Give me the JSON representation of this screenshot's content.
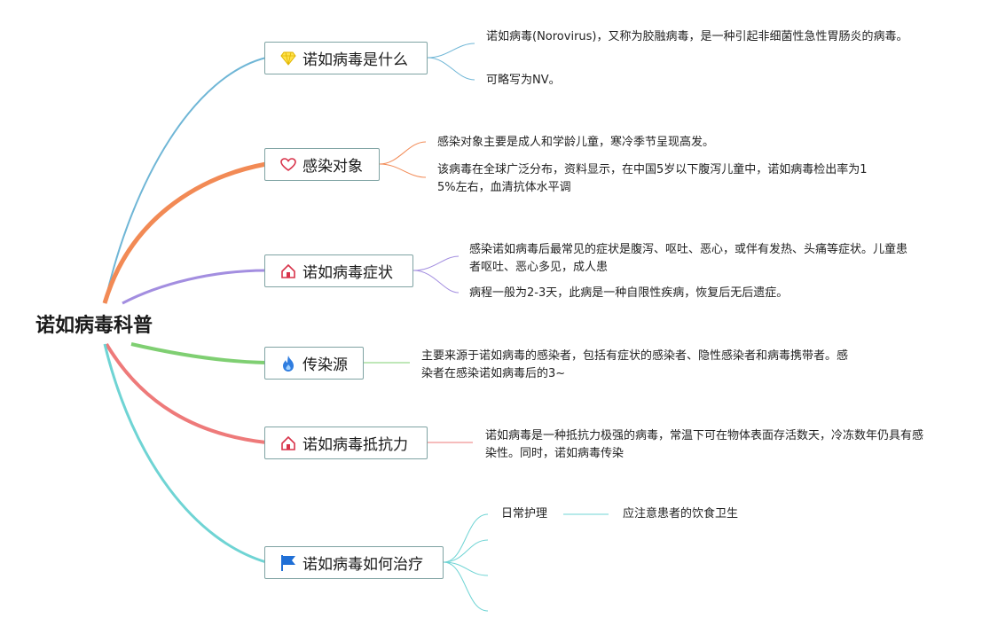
{
  "root": {
    "title": "诺如病毒科普"
  },
  "branches": [
    {
      "label": "诺如病毒是什么",
      "icon": "diamond-icon",
      "color": "#6fb6d6",
      "leaves": [
        "诺如病毒(Norovirus)，又称为胶融病毒，是一种引起非细菌性急性胃肠炎的病毒。",
        "可略写为NV。"
      ]
    },
    {
      "label": "感染对象",
      "icon": "heart-icon",
      "color": "#f28a55",
      "leaves": [
        "感染对象主要是成人和学龄儿童，寒冷季节呈现高发。",
        "该病毒在全球广泛分布，资料显示，在中国5岁以下腹泻儿童中，诺如病毒检出率为15%左右，血清抗体水平调"
      ]
    },
    {
      "label": "诺如病毒症状",
      "icon": "home-icon",
      "color": "#a38ee0",
      "leaves": [
        "感染诺如病毒后最常见的症状是腹泻、呕吐、恶心，或伴有发热、头痛等症状。儿童患者呕吐、恶心多见，成人患",
        "病程一般为2-3天，此病是一种自限性疾病，恢复后无后遗症。"
      ]
    },
    {
      "label": "传染源",
      "icon": "fire-icon",
      "color": "#7fcf72",
      "leaves": [
        "主要来源于诺如病毒的感染者，包括有症状的感染者、隐性感染者和病毒携带者。感染者在感染诺如病毒后的3~"
      ]
    },
    {
      "label": "诺如病毒抵抗力",
      "icon": "home-icon",
      "color": "#ee7a7a",
      "leaves": [
        "诺如病毒是一种抵抗力极强的病毒，常温下可在物体表面存活数天，冷冻数年仍具有感染性。同时，诺如病毒传染"
      ]
    },
    {
      "label": "诺如病毒如何治疗",
      "icon": "flag-icon",
      "color": "#6fd4d4",
      "leaves": [
        "日常护理",
        "",
        "",
        ""
      ],
      "subleaf": "应注意患者的饮食卫生"
    }
  ]
}
